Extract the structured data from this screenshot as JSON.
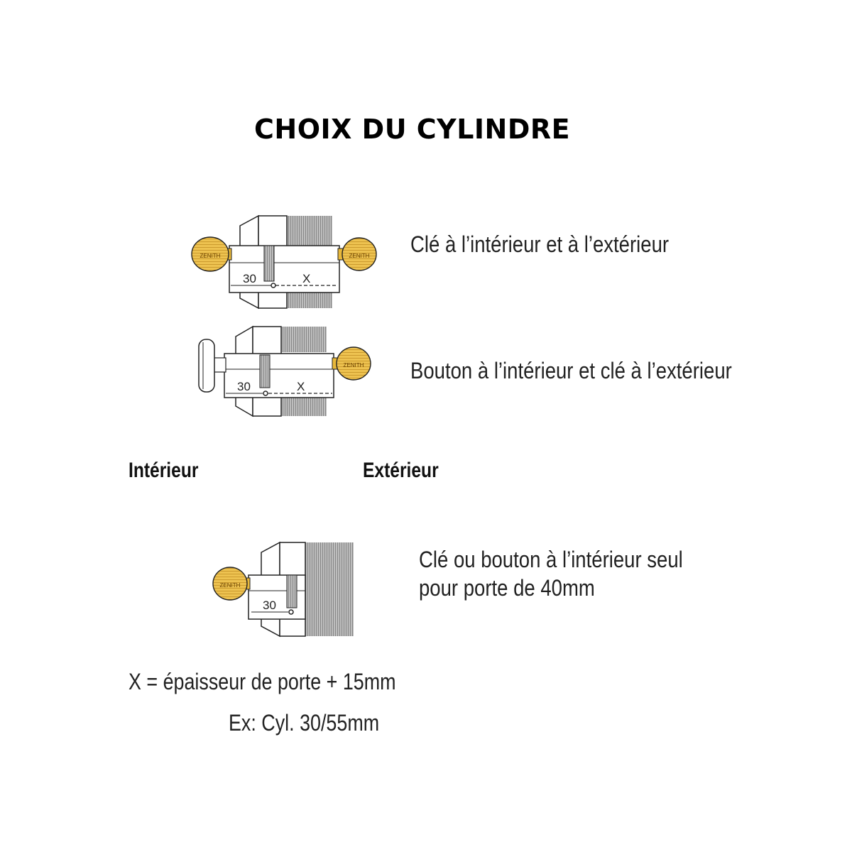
{
  "title": "CHOIX DU CYLINDRE",
  "rows": [
    {
      "label": "Clé à l’intérieur et à l’extérieur",
      "dim_a": "30",
      "dim_x": "X"
    },
    {
      "label": "Bouton à l’intérieur et clé à l’extérieur",
      "dim_a": "30",
      "dim_x": "X"
    },
    {
      "label_line1": "Clé ou bouton à l’intérieur seul",
      "label_line2": "pour porte de 40mm",
      "dim_a": "30"
    }
  ],
  "sides": {
    "interior": "Intérieur",
    "exterior": "Extérieur"
  },
  "formula": {
    "line1": "X = épaisseur de porte + 15mm",
    "line2": "Ex: Cyl. 30/55mm"
  },
  "key_brand": "ZENITH",
  "colors": {
    "key_gold": "#e8b83a",
    "key_stripe": "#b07a10",
    "door_hatch": "#8a8a8a",
    "line": "#222222"
  }
}
